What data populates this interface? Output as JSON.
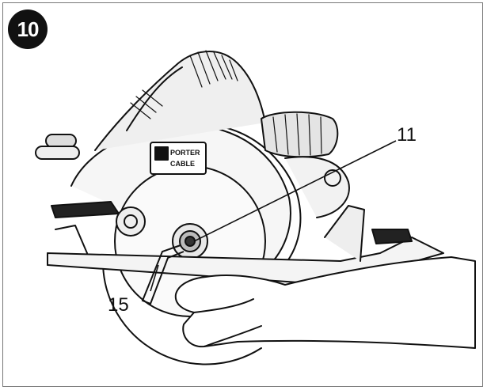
{
  "figure": {
    "step_number": "10",
    "callouts": {
      "label_11": "11",
      "label_15": "15"
    },
    "brand_mark_lines": [
      "PORTER",
      "CABLE"
    ],
    "icons": [
      "circular-saw-illustration",
      "hand-illustration",
      "hex-wrench-illustration"
    ],
    "colors": {
      "ink": "#111111",
      "frame": "#777777",
      "badge": "#111111"
    }
  }
}
